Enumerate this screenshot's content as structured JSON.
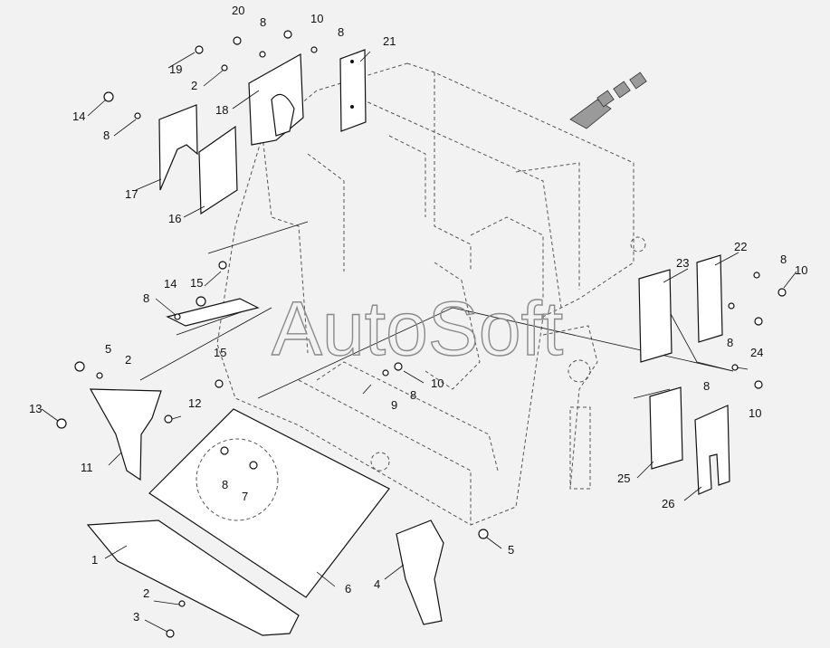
{
  "watermark": "AutoSoft",
  "callouts": [
    {
      "id": "c20",
      "text": "20"
    },
    {
      "id": "c8a",
      "text": "8"
    },
    {
      "id": "c10a",
      "text": "10"
    },
    {
      "id": "c8b",
      "text": "8"
    },
    {
      "id": "c21",
      "text": "21"
    },
    {
      "id": "c19",
      "text": "19"
    },
    {
      "id": "c2a",
      "text": "2"
    },
    {
      "id": "c18",
      "text": "18"
    },
    {
      "id": "c14a",
      "text": "14"
    },
    {
      "id": "c8c",
      "text": "8"
    },
    {
      "id": "c17",
      "text": "17"
    },
    {
      "id": "c16",
      "text": "16"
    },
    {
      "id": "c15a",
      "text": "15"
    },
    {
      "id": "c14b",
      "text": "14"
    },
    {
      "id": "c8d",
      "text": "8"
    },
    {
      "id": "c5a",
      "text": "5"
    },
    {
      "id": "c2b",
      "text": "2"
    },
    {
      "id": "c15b",
      "text": "15"
    },
    {
      "id": "c13",
      "text": "13"
    },
    {
      "id": "c12",
      "text": "12"
    },
    {
      "id": "c11",
      "text": "11"
    },
    {
      "id": "c8e",
      "text": "8"
    },
    {
      "id": "c7",
      "text": "7"
    },
    {
      "id": "c10b",
      "text": "10"
    },
    {
      "id": "c8f",
      "text": "8"
    },
    {
      "id": "c9",
      "text": "9"
    },
    {
      "id": "c23",
      "text": "23"
    },
    {
      "id": "c22",
      "text": "22"
    },
    {
      "id": "c8g",
      "text": "8"
    },
    {
      "id": "c10c",
      "text": "10"
    },
    {
      "id": "c8h",
      "text": "8"
    },
    {
      "id": "c24",
      "text": "24"
    },
    {
      "id": "c8i",
      "text": "8"
    },
    {
      "id": "c10d",
      "text": "10"
    },
    {
      "id": "c25",
      "text": "25"
    },
    {
      "id": "c26",
      "text": "26"
    },
    {
      "id": "c1",
      "text": "1"
    },
    {
      "id": "c6",
      "text": "6"
    },
    {
      "id": "c4",
      "text": "4"
    },
    {
      "id": "c5b",
      "text": "5"
    },
    {
      "id": "c2c",
      "text": "2"
    },
    {
      "id": "c3",
      "text": "3"
    }
  ]
}
